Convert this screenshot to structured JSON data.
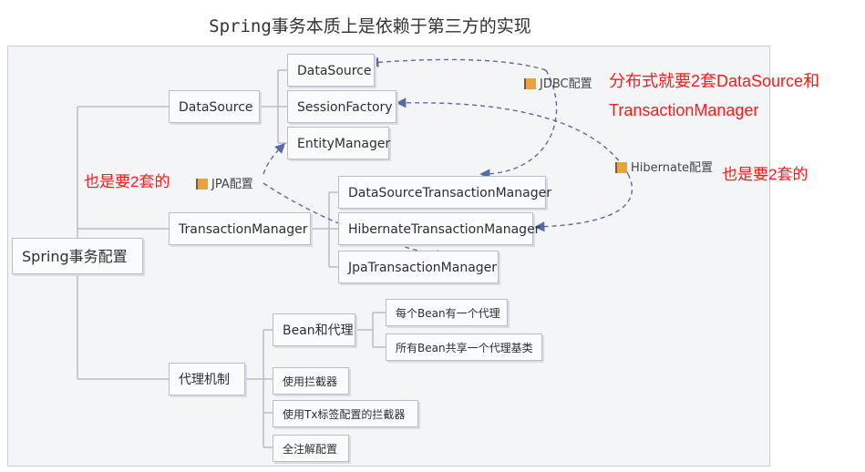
{
  "title": "Spring事务本质上是依赖于第三方的实现",
  "nodes": {
    "root": "Spring事务配置",
    "datasource": "DataSource",
    "ds_datasource": "DataSource",
    "ds_sessionfactory": "SessionFactory",
    "ds_entitymanager": "EntityManager",
    "transactionmanager": "TransactionManager",
    "tm_datasource": "DataSourceTransactionManager",
    "tm_hibernate": "HibernateTransactionManager",
    "tm_jpa": "JpaTransactionManager",
    "proxy": "代理机制",
    "bean_proxy": "Bean和代理",
    "bean_each": "每个Bean有一个代理",
    "bean_shared": "所有Bean共享一个代理基类",
    "interceptor": "使用拦截器",
    "tx_interceptor": "使用Tx标签配置的拦截器",
    "annotation": "全注解配置"
  },
  "tags": {
    "jdbc": "JDBC配置",
    "hibernate": "Hibernate配置",
    "jpa": "JPA配置"
  },
  "notes": {
    "distributed_line1": "分布式就要2套DataSource和",
    "distributed_line2": "TransactionManager",
    "also_two_left": "也是要2套的",
    "also_two_right": "也是要2套的"
  },
  "colors": {
    "note": "#ff1a1a",
    "connector": "#b7bcc6",
    "dashed_arrow": "#5a6aa8"
  }
}
